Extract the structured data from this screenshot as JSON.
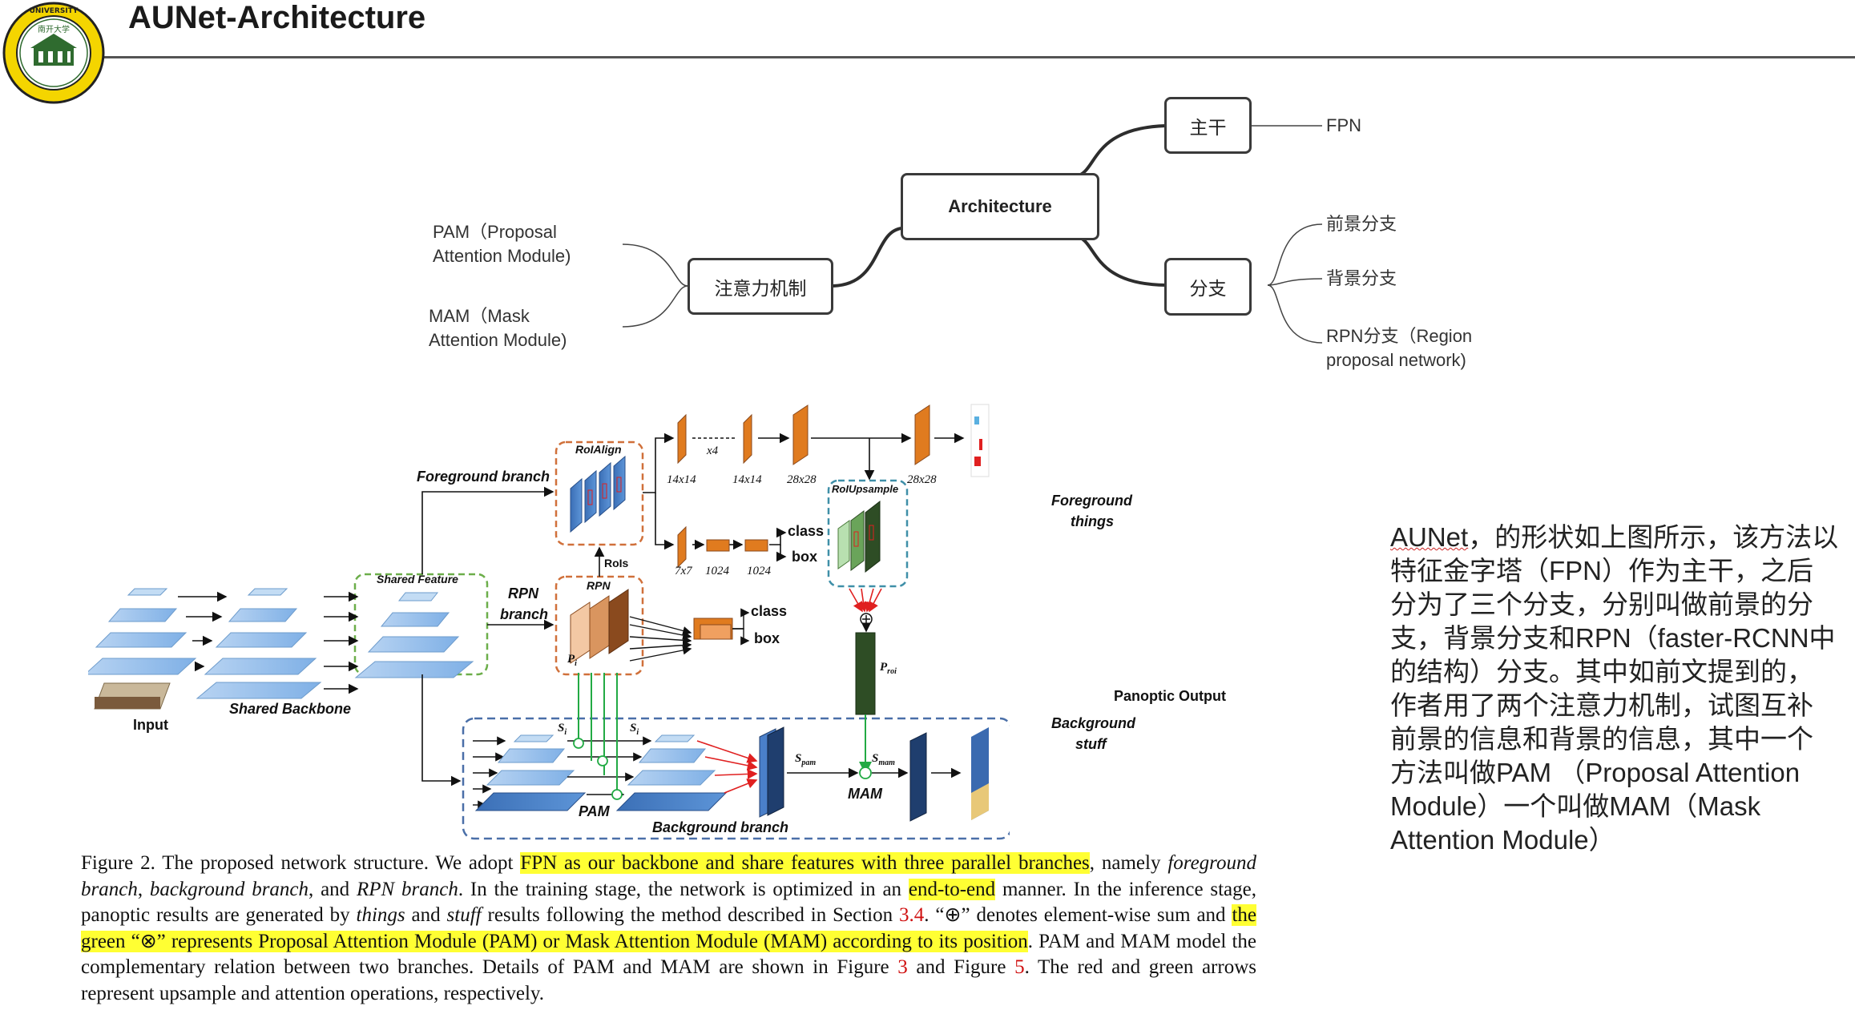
{
  "slide": {
    "title": "AUNet-Architecture"
  },
  "logo": {
    "top_text": "UNIVERSITY",
    "center_text": "南开大学"
  },
  "mindmap": {
    "root": "Architecture",
    "backbone": {
      "label": "主干",
      "leaf": "FPN"
    },
    "branches": {
      "label": "分支",
      "leaves": [
        "前景分支",
        "背景分支",
        "RPN分支（Region",
        "proposal network)"
      ]
    },
    "attention": {
      "label": "注意力机制",
      "leaves": [
        "PAM（Proposal",
        "Attention Module)",
        "MAM（Mask",
        "Attention Module)"
      ]
    }
  },
  "figure": {
    "labels": {
      "foreground_branch": "Foreground branch",
      "roialign": "RoIAlign",
      "rois": "RoIs",
      "rpn": "RPN",
      "rpn_branch_1": "RPN",
      "rpn_branch_2": "branch",
      "shared_feature": "Shared Feature",
      "input": "Input",
      "shared_backbone": "Shared Backbone",
      "x4": "x4",
      "s14a": "14x14",
      "s14b": "14x14",
      "s28a": "28x28",
      "s28b": "28x28",
      "s7": "7x7",
      "s1024a": "1024",
      "s1024b": "1024",
      "class1": "class",
      "box1": "box",
      "class2": "class",
      "box2": "box",
      "roiupsample": "RoIUpsample",
      "p_roi": "P",
      "p_roi_sub": "roi",
      "p_i": "P",
      "p_i_sub": "i",
      "s_i": "S",
      "s_i_sub": "i",
      "s_i2": "S",
      "s_i2_sub": "i",
      "s_pam": "S",
      "s_pam_sub": "pam",
      "s_mam": "S",
      "s_mam_sub": "mam",
      "pam": "PAM",
      "mam": "MAM",
      "background_branch": "Background branch",
      "foreground_things_1": "Foreground",
      "foreground_things_2": "things",
      "background_stuff_1": "Background",
      "background_stuff_2": "stuff",
      "panoptic_output": "Panoptic Output"
    },
    "colors": {
      "orange": "#e07b1f",
      "blue": "#4a7fc9",
      "lightblue": "#9dc3ec",
      "darkgreen": "#2e4d25",
      "brown": "#8a4a1e",
      "red": "#e02020",
      "green": "#22aa44"
    }
  },
  "caption": {
    "p1": "Figure 2. The proposed network structure.  We adopt ",
    "h1": "FPN as our backbone and share features with three parallel branches",
    "p2": ", namely ",
    "e1": "foreground branch",
    "p3": ", ",
    "e2": "background branch",
    "p4": ", and ",
    "e3": "RPN branch",
    "p5": ".  In the training stage, the network is optimized in an ",
    "h2": "end-to-end",
    "p6": " manner.  In the inference stage, panoptic results are generated by ",
    "e4": "things",
    "p7": " and ",
    "e5": "stuff",
    "p8": " results following the method described in Section ",
    "r1": "3.4",
    "p9": ". “⊕” denotes element-wise sum and ",
    "h3": "the green “⊗” represents Proposal Attention Module (PAM) or Mask Attention Module (MAM) according to its position",
    "p10": ". PAM and MAM model the complementary relation between two branches. Details of PAM and MAM are shown in Figure ",
    "r2": "3",
    "p11": " and Figure ",
    "r3": "5",
    "p12": ". The red and green arrows represent upsample and attention operations, respectively."
  },
  "side": {
    "line1a": "AUNet",
    "line1b": "，的形状如上图所示，该方法以特征金字塔（FPN）作为主干，之后分为了三个分支，分别叫做前景的分支，背景分支和RPN（faster-RCNN中的结构）分支。其中如前文提到的，作者用了两个注意力机制，试图互补前景的信息和背景的信息，其中一个方法叫做PAM （Proposal Attention Module）一个叫做MAM（Mask Attention Module）"
  }
}
